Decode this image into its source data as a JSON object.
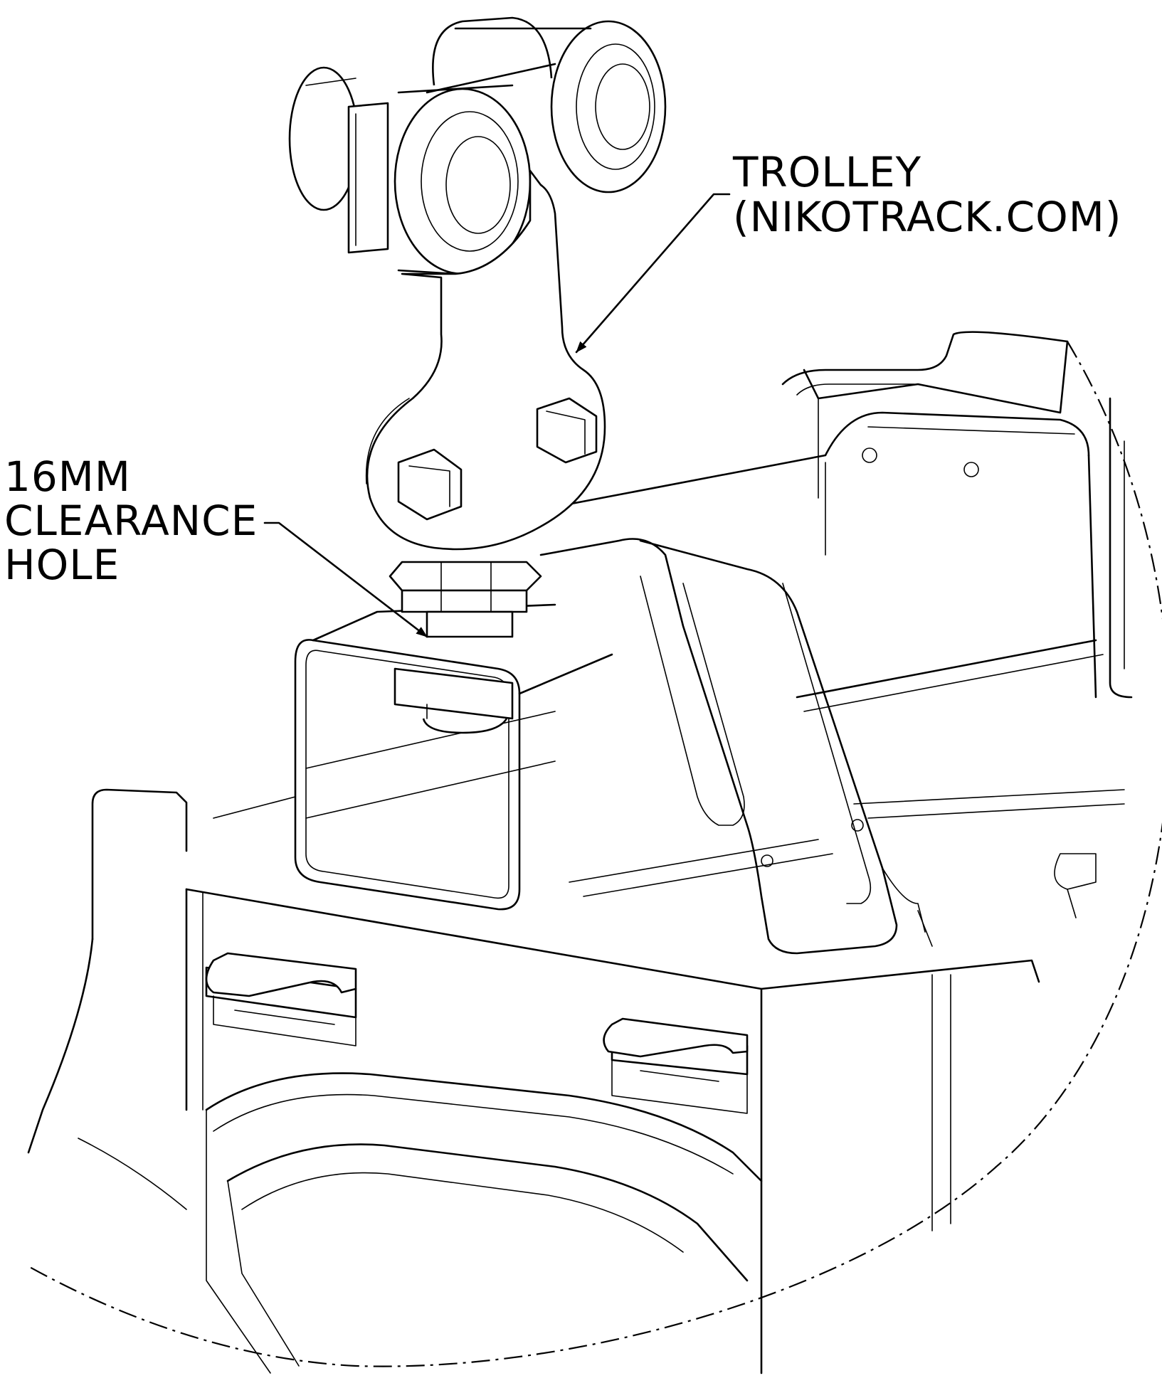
{
  "callouts": {
    "trolley": {
      "line1": "TROLLEY",
      "line2": "(NIKOTRACK.COM)"
    },
    "hole": {
      "line1": "16MM",
      "line2": "CLEARANCE",
      "line3": "HOLE"
    }
  },
  "colors": {
    "line": "#000000",
    "background": "#ffffff"
  }
}
